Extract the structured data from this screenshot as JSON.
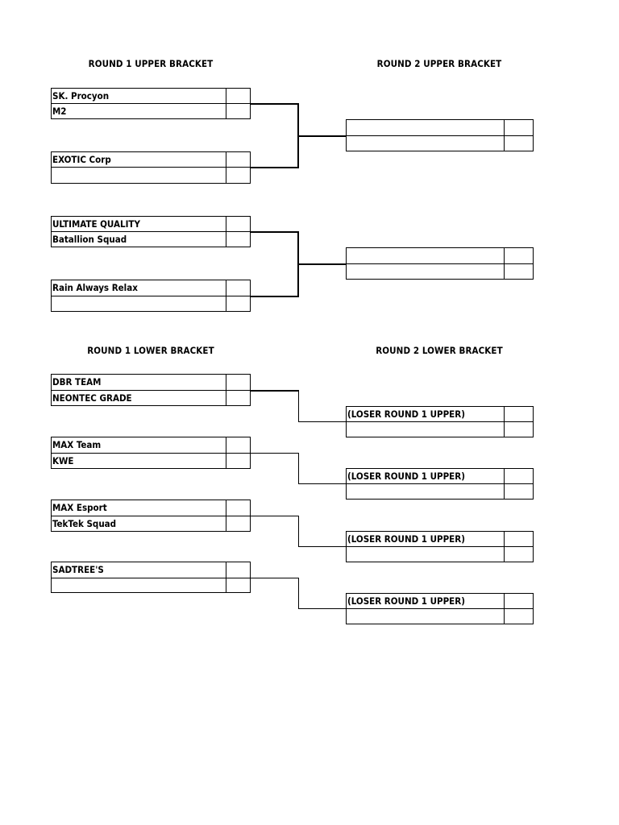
{
  "headings": {
    "r1_upper": "ROUND 1 UPPER BRACKET",
    "r2_upper": "ROUND 2 UPPER BRACKET",
    "r1_lower": "ROUND 1 LOWER BRACKET",
    "r2_lower": "ROUND 2 LOWER BRACKET"
  },
  "round1_upper": [
    {
      "team_a": "SK. Procyon",
      "team_b": "M2"
    },
    {
      "team_a": "EXOTIC Corp",
      "team_b": ""
    },
    {
      "team_a": "ULTIMATE QUALITY",
      "team_b": "Batallion Squad"
    },
    {
      "team_a": "Rain Always Relax",
      "team_b": ""
    }
  ],
  "round2_upper": [
    {
      "team_a": "",
      "team_b": ""
    },
    {
      "team_a": "",
      "team_b": ""
    }
  ],
  "round1_lower": [
    {
      "team_a": "DBR TEAM",
      "team_b": "NEONTEC GRADE"
    },
    {
      "team_a": "MAX Team",
      "team_b": "KWE"
    },
    {
      "team_a": "MAX Esport",
      "team_b": "TekTek Squad"
    },
    {
      "team_a": "SADTREE'S",
      "team_b": ""
    }
  ],
  "round2_lower": [
    {
      "team_a": "(LOSER ROUND 1 UPPER)",
      "team_b": ""
    },
    {
      "team_a": "(LOSER ROUND 1 UPPER)",
      "team_b": ""
    },
    {
      "team_a": "(LOSER ROUND 1 UPPER)",
      "team_b": ""
    },
    {
      "team_a": "(LOSER ROUND 1 UPPER)",
      "team_b": ""
    }
  ]
}
